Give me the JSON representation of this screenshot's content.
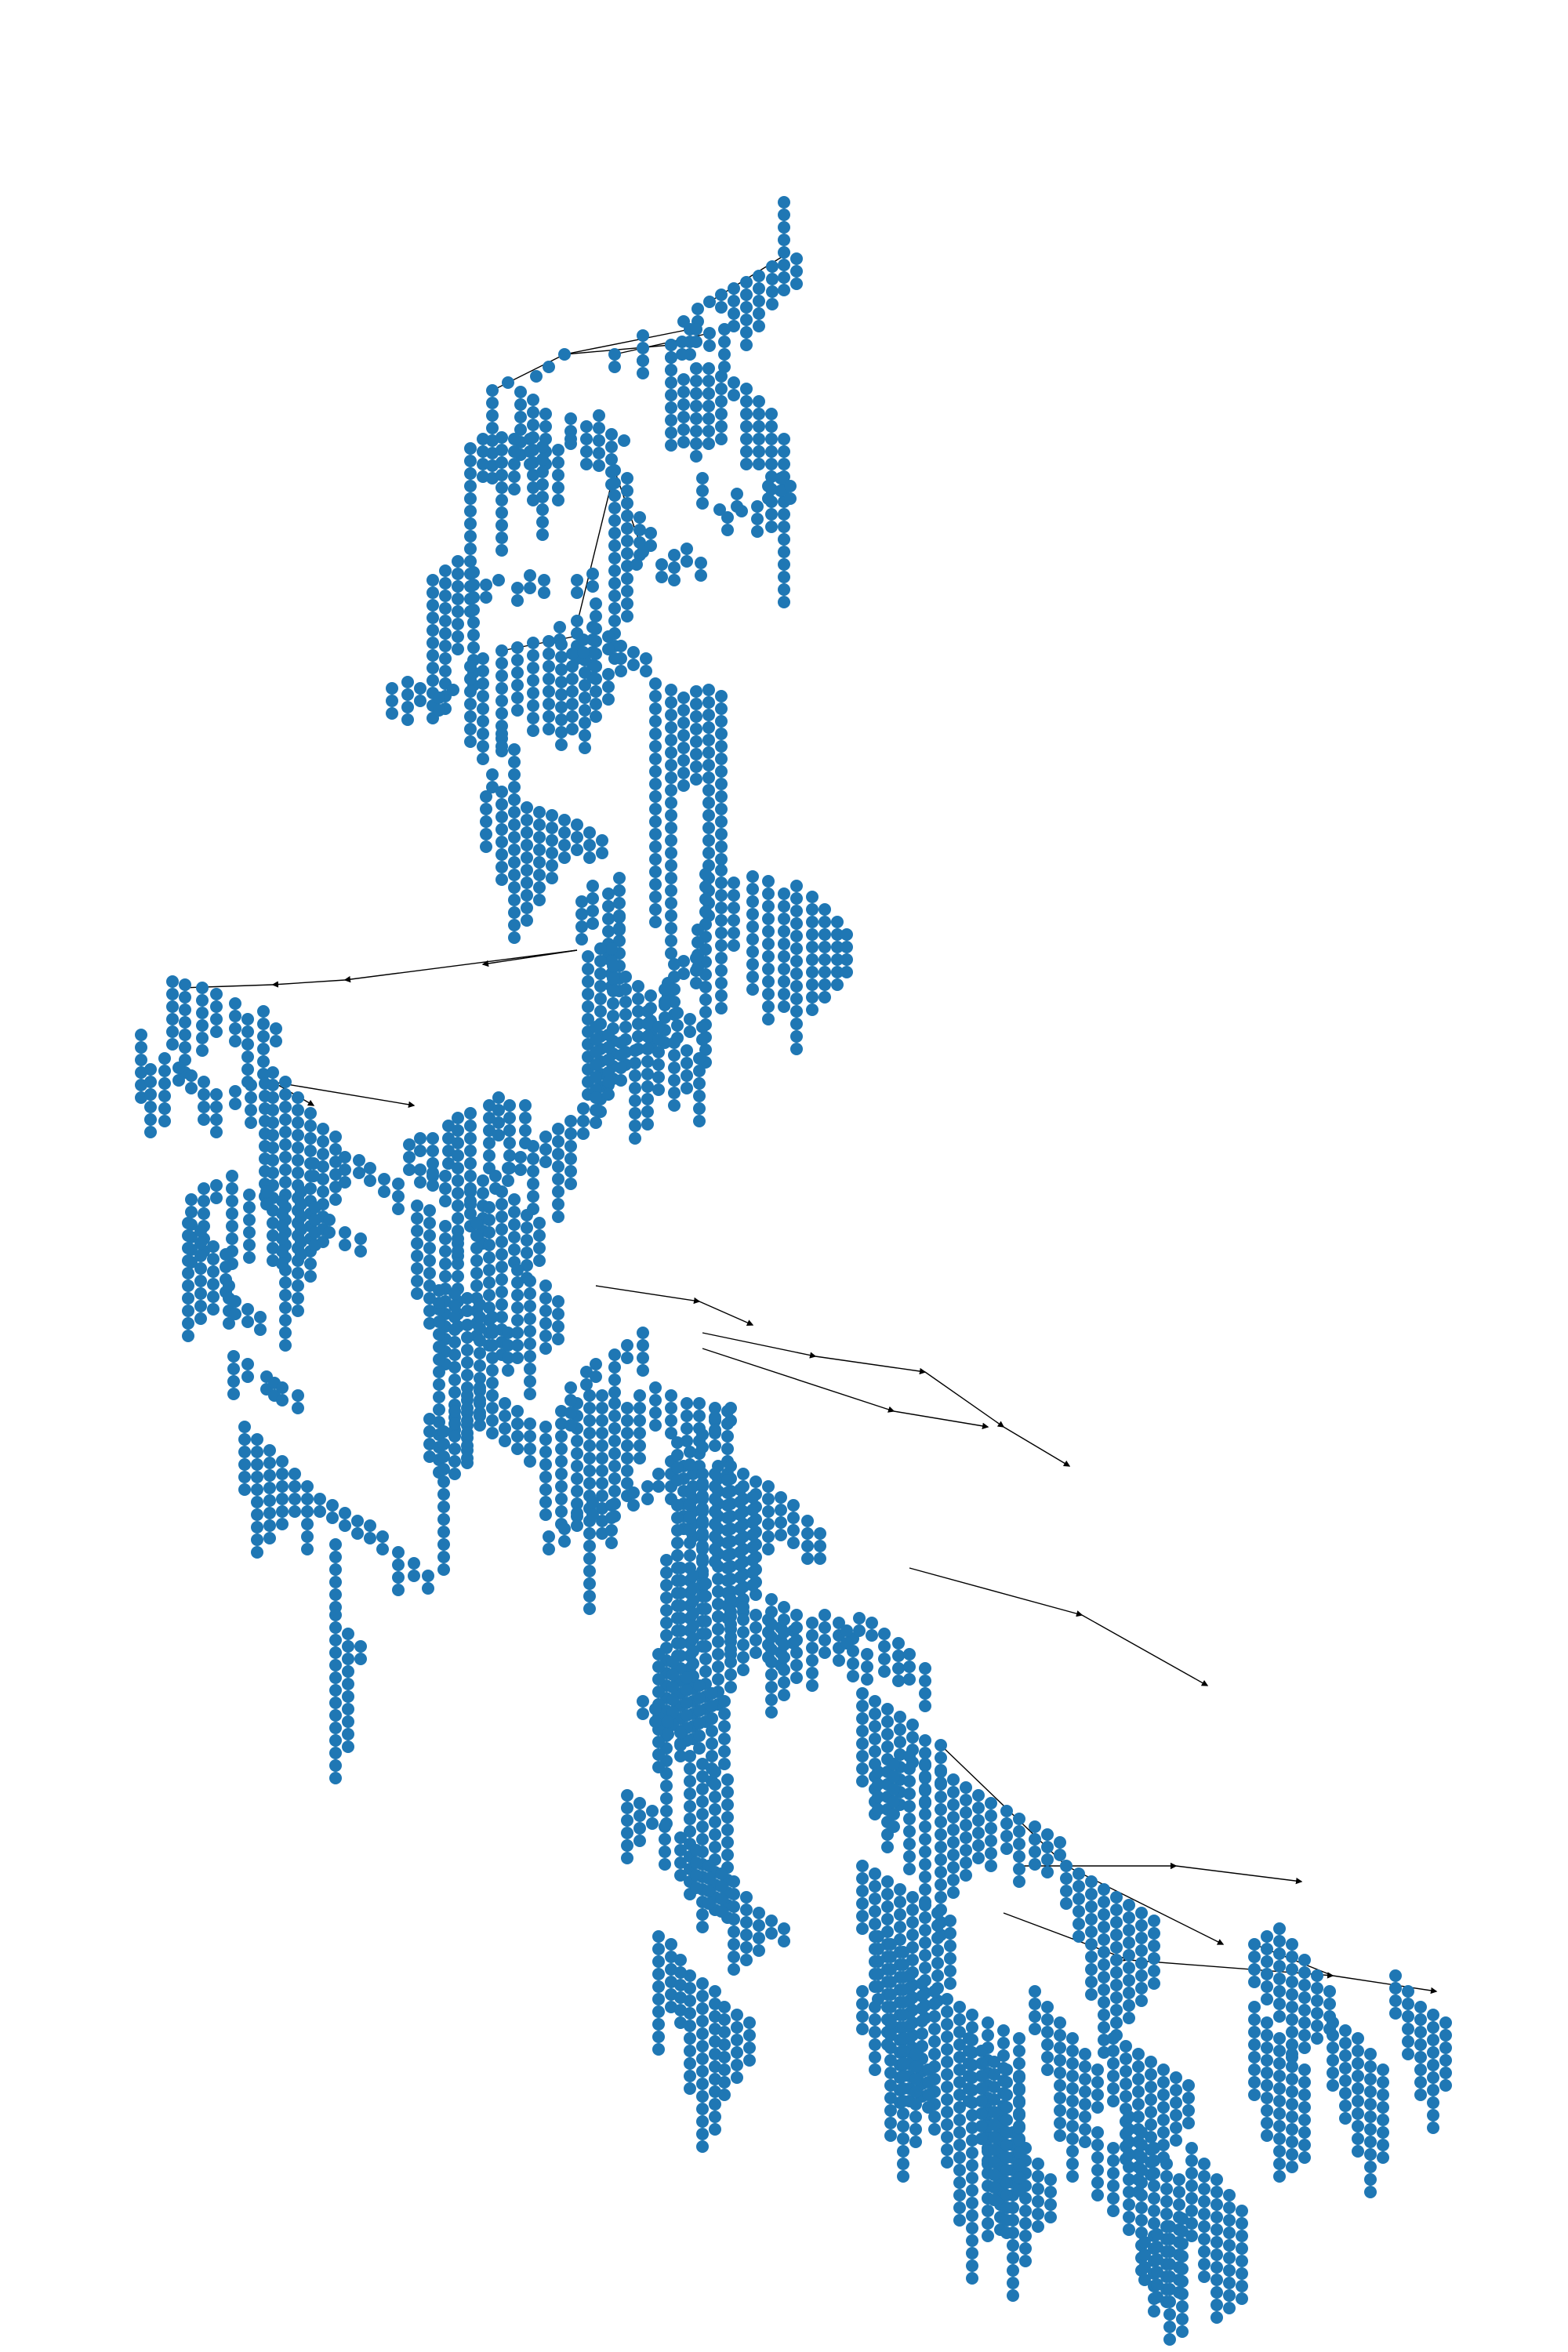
{
  "diagram": {
    "type": "directed tree graph (network drawing)",
    "title": "",
    "colors": {
      "node": "#1f77b4",
      "edge": "#000000",
      "background": "#ffffff"
    },
    "node_shape": "circle",
    "edge_style": "thin directed lines with small arrowheads",
    "labels_visible": false
  }
}
